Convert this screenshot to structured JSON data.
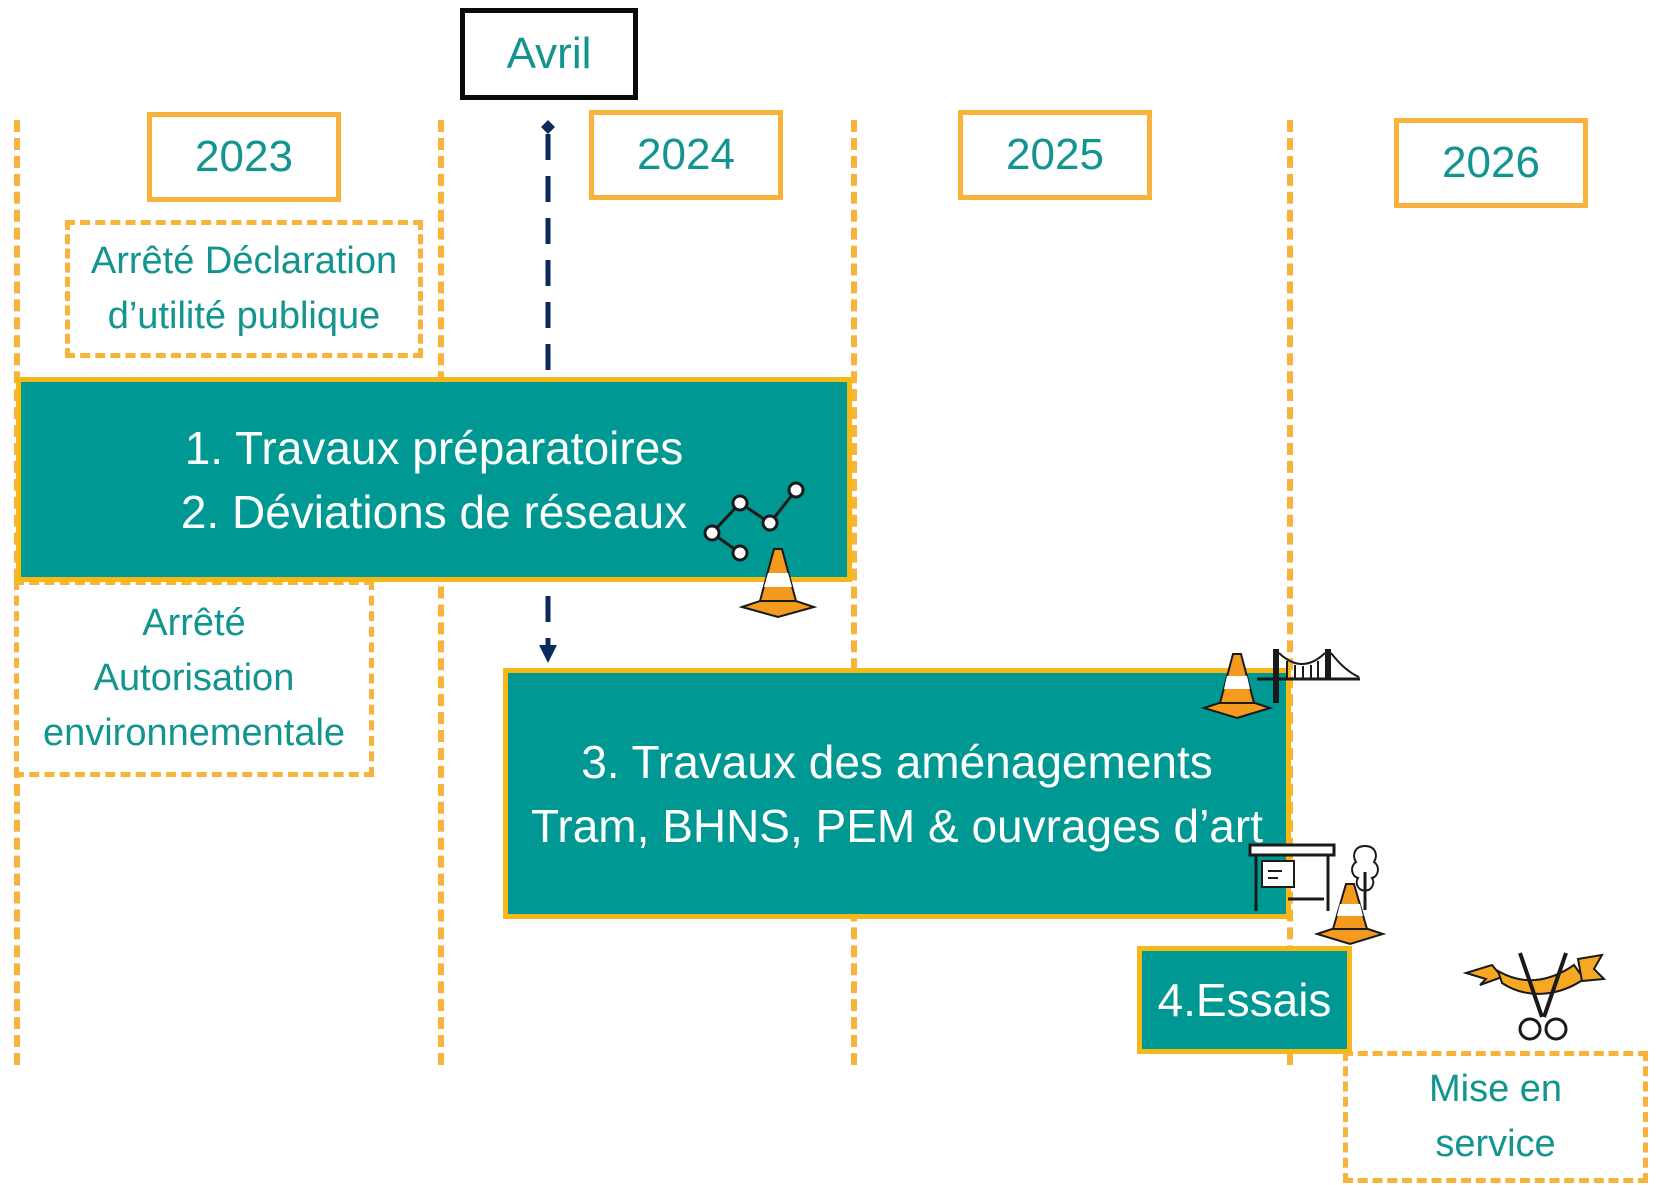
{
  "timeline": {
    "years": [
      "2023",
      "2024",
      "2025",
      "2026"
    ],
    "marker": "Avril"
  },
  "notes": {
    "dup": [
      "Arrêté Déclaration",
      "d’utilité publique"
    ],
    "autorisation": [
      "Arrêté",
      "Autorisation",
      "environnementale"
    ],
    "mise_en_service": [
      "Mise en",
      "service"
    ]
  },
  "phases": {
    "phase_1_2": [
      "1. Travaux préparatoires",
      "2. Déviations de réseaux"
    ],
    "phase_3": [
      "3. Travaux des aménagements",
      "Tram, BHNS, PEM & ouvrages d’art"
    ],
    "phase_4": "4.Essais"
  },
  "colors": {
    "accent_orange": "#f7b33b",
    "teal": "#009893",
    "teal_text": "#12948f",
    "navy_arrow": "#0d2a5c"
  },
  "icons": [
    "network-nodes-icon",
    "traffic-cone-icon",
    "bridge-icon",
    "bus-shelter-icon",
    "tree-icon",
    "ribbon-scissors-icon"
  ]
}
